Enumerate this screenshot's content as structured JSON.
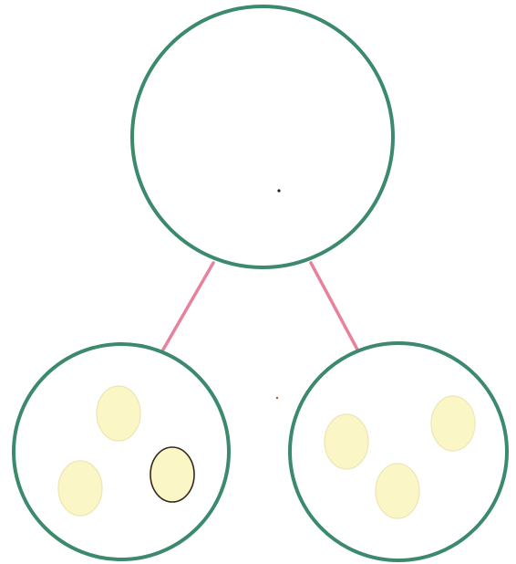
{
  "diagram": {
    "type": "number-bond",
    "whole": {
      "egg_count": 0
    },
    "parts": [
      {
        "egg_count": 3
      },
      {
        "egg_count": 3
      }
    ],
    "colors": {
      "circle_stroke": "#3c8a6c",
      "connector": "#e8829c",
      "egg_fill": "#fbf6c6",
      "egg_stroke": "#ece6b2",
      "egg_stroke_outlined": "#2f2a20"
    }
  }
}
